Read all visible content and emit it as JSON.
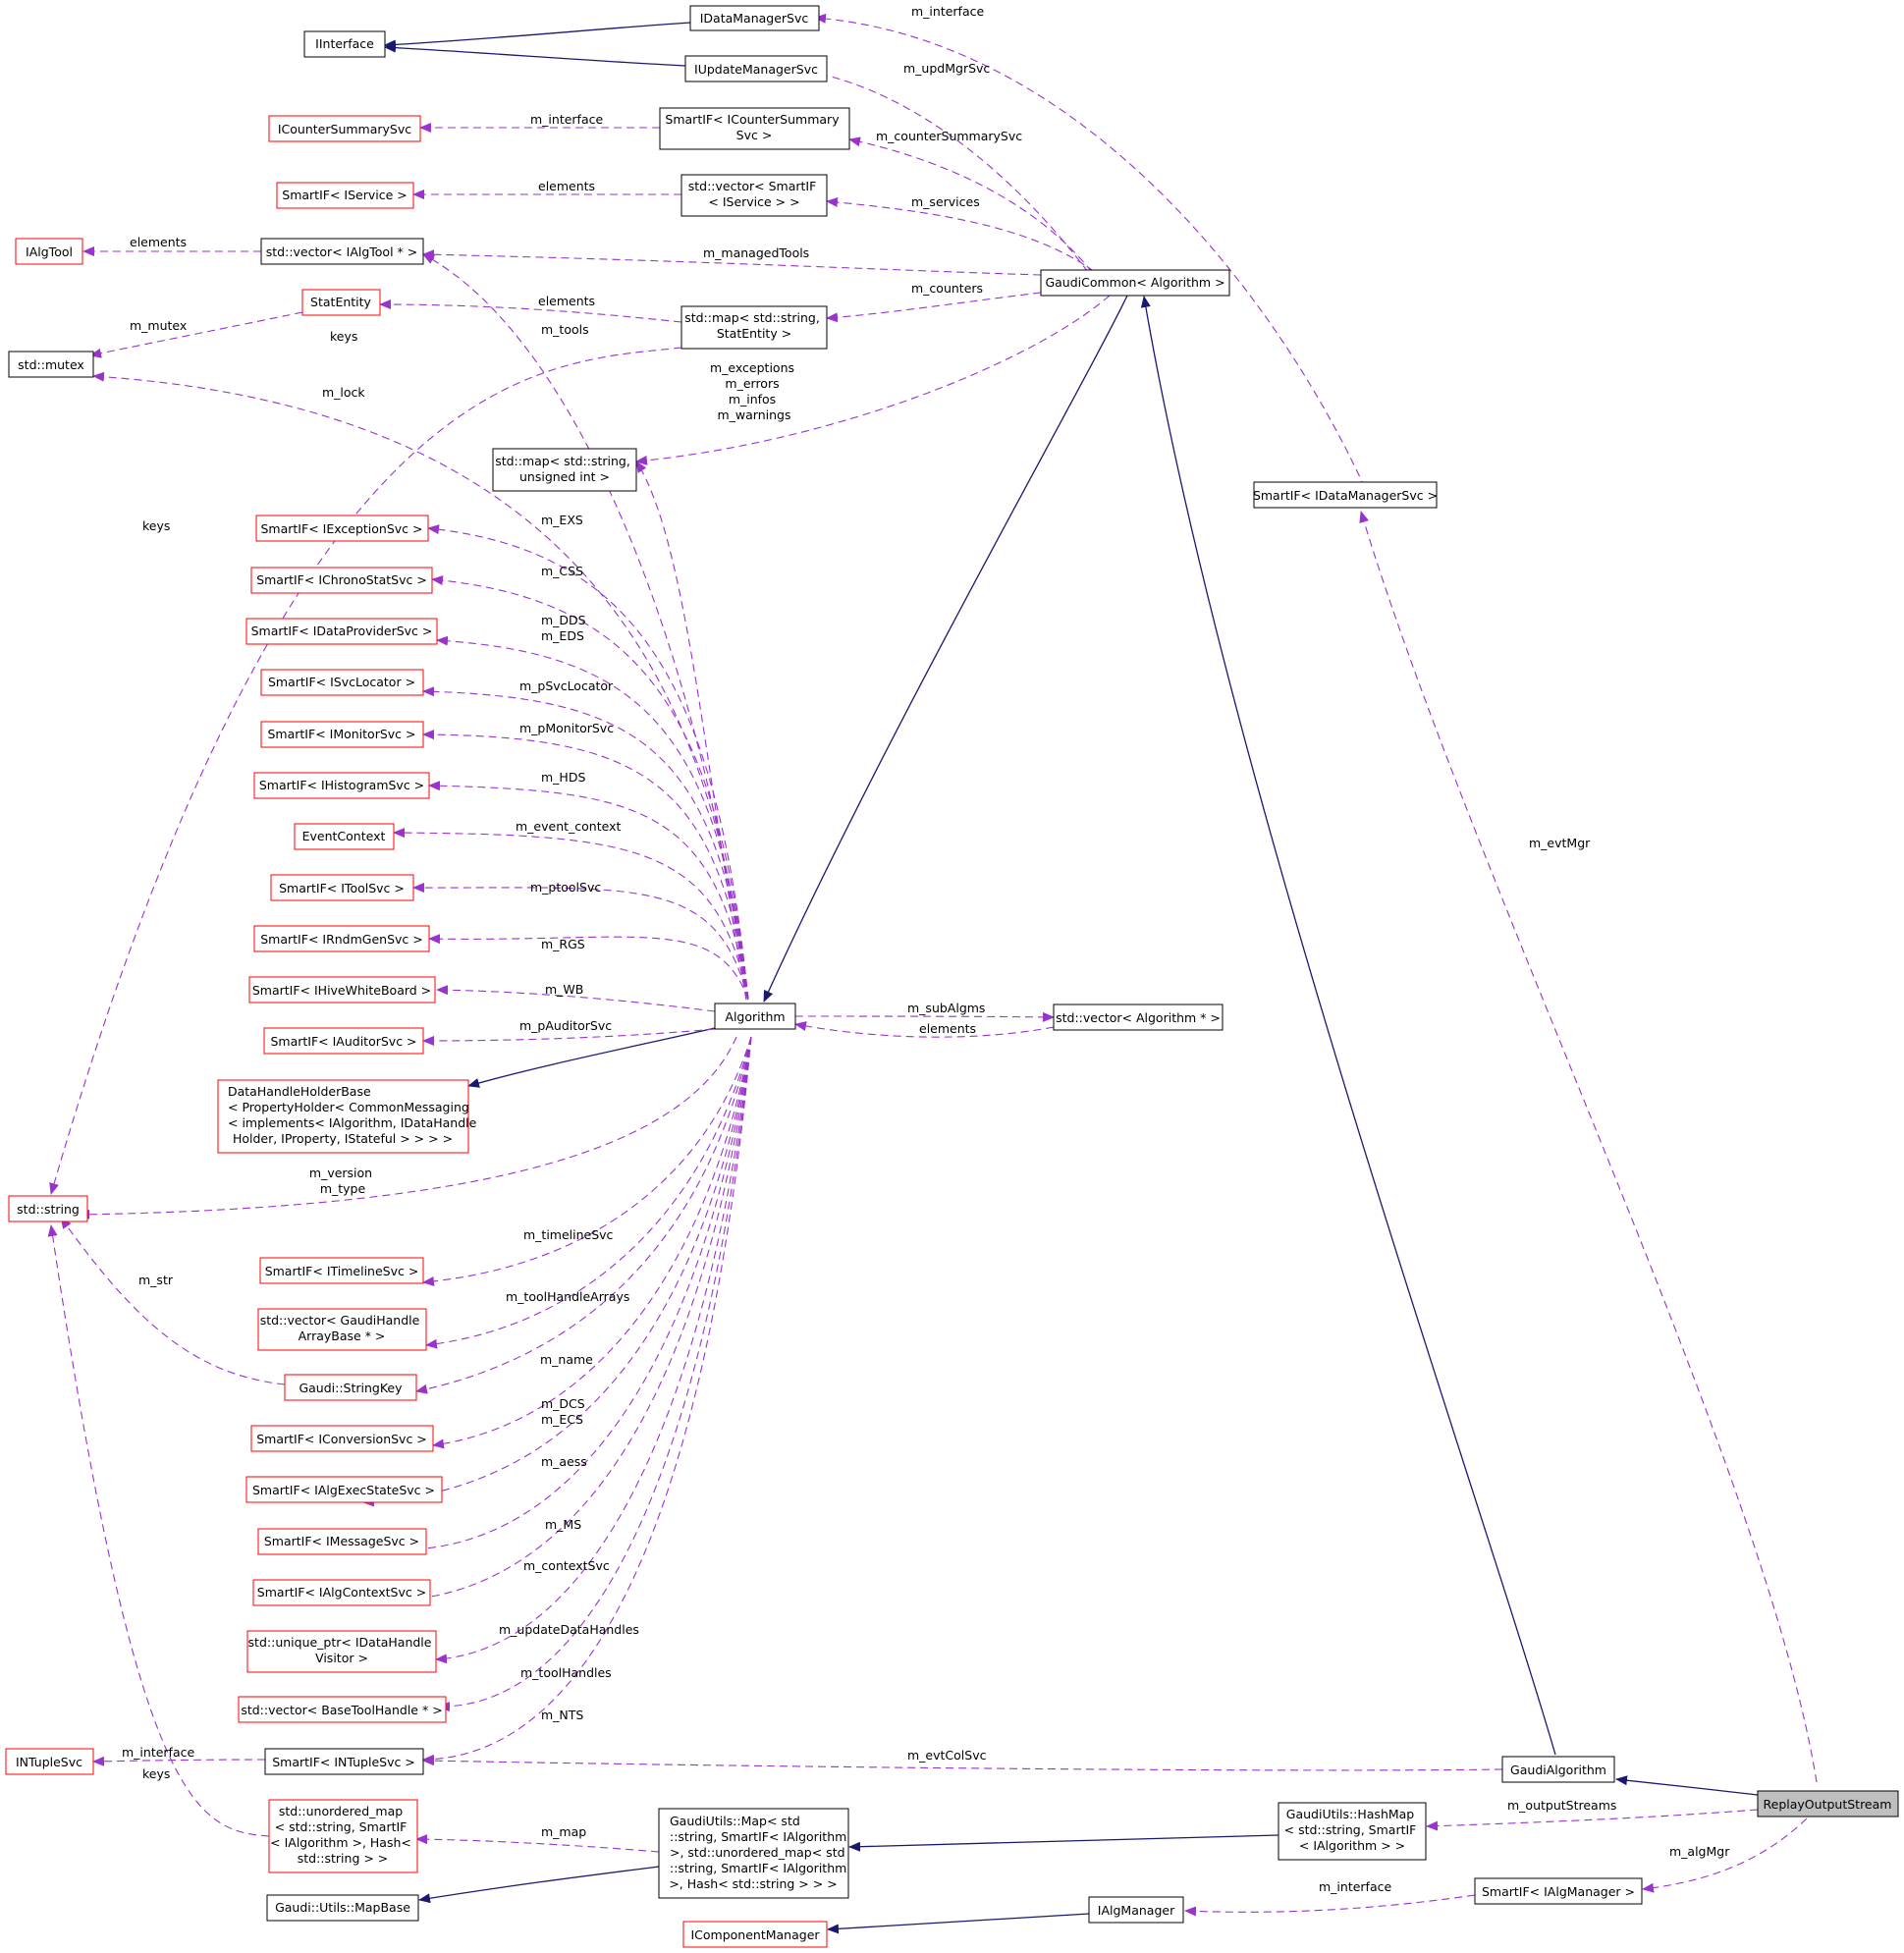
{
  "nodes": {
    "IDataManagerSvc": "IDataManagerSvc",
    "IInterface": "IInterface",
    "IUpdateManagerSvc": "IUpdateManagerSvc",
    "ICounterSummarySvc": "ICounterSummarySvc",
    "SmartIF_ICounterSummarySvc": [
      "SmartIF< ICounterSummary",
      "Svc >"
    ],
    "SmartIF_IService": "SmartIF< IService >",
    "vector_SmartIF_IService": [
      "std::vector< SmartIF",
      "< IService > >"
    ],
    "IAlgTool": "IAlgTool",
    "vector_IAlgTool": "std::vector< IAlgTool * >",
    "GaudiCommon_Algorithm": "GaudiCommon< Algorithm >",
    "StatEntity": "StatEntity",
    "map_string_StatEntity": [
      "std::map< std::string,",
      "StatEntity >"
    ],
    "std_mutex": "std::mutex",
    "map_string_uint": [
      "std::map< std::string,",
      "unsigned int >"
    ],
    "SmartIF_IDataManagerSvc": "SmartIF< IDataManagerSvc >",
    "SmartIF_IExceptionSvc": "SmartIF< IExceptionSvc >",
    "SmartIF_IChronoStatSvc": "SmartIF< IChronoStatSvc >",
    "SmartIF_IDataProviderSvc": "SmartIF< IDataProviderSvc >",
    "SmartIF_ISvcLocator": "SmartIF< ISvcLocator >",
    "SmartIF_IMonitorSvc": "SmartIF< IMonitorSvc >",
    "SmartIF_IHistogramSvc": "SmartIF< IHistogramSvc >",
    "EventContext": "EventContext",
    "SmartIF_IToolSvc": "SmartIF< IToolSvc >",
    "SmartIF_IRndmGenSvc": "SmartIF< IRndmGenSvc >",
    "SmartIF_IHiveWhiteBoard": "SmartIF< IHiveWhiteBoard >",
    "Algorithm": "Algorithm",
    "vector_Algorithm": "std::vector< Algorithm * >",
    "SmartIF_IAuditorSvc": "SmartIF< IAuditorSvc >",
    "DataHandleHolderBase": [
      "DataHandleHolderBase",
      "< PropertyHolder< CommonMessaging",
      "< implements< IAlgorithm, IDataHandle",
      "Holder, IProperty, IStateful > > > >"
    ],
    "std_string": "std::string",
    "SmartIF_ITimelineSvc": "SmartIF< ITimelineSvc >",
    "vector_GaudiHandleArrayBase": [
      "std::vector< GaudiHandle",
      "ArrayBase * >"
    ],
    "Gaudi_StringKey": "Gaudi::StringKey",
    "SmartIF_IConversionSvc": "SmartIF< IConversionSvc >",
    "SmartIF_IAlgExecStateSvc": "SmartIF< IAlgExecStateSvc >",
    "SmartIF_IMessageSvc": "SmartIF< IMessageSvc >",
    "SmartIF_IAlgContextSvc": "SmartIF< IAlgContextSvc >",
    "unique_ptr_IDataHandleVisitor": [
      "std::unique_ptr< IDataHandle",
      "Visitor >"
    ],
    "vector_BaseToolHandle": "std::vector< BaseToolHandle * >",
    "INTupleSvc": "INTupleSvc",
    "SmartIF_INTupleSvc": "SmartIF< INTupleSvc >",
    "GaudiAlgorithm": "GaudiAlgorithm",
    "ReplayOutputStream": "ReplayOutputStream",
    "unordered_map": [
      "std::unordered_map",
      "< std::string, SmartIF",
      "< IAlgorithm >, Hash<",
      "std::string > >"
    ],
    "GaudiUtils_Map": [
      "GaudiUtils::Map< std",
      "::string, SmartIF< IAlgorithm",
      ">, std::unordered_map< std",
      "::string, SmartIF< IAlgorithm",
      ">, Hash< std::string > > >"
    ],
    "GaudiUtils_HashMap": [
      "GaudiUtils::HashMap",
      "< std::string, SmartIF",
      "< IAlgorithm > >"
    ],
    "Gaudi_Utils_MapBase": "Gaudi::Utils::MapBase",
    "IAlgManager": "IAlgManager",
    "SmartIF_IAlgManager": "SmartIF< IAlgManager >",
    "IComponentManager": "IComponentManager"
  },
  "edge_labels": {
    "m_interface_top": "m_interface",
    "m_updMgrSvc": "m_updMgrSvc",
    "m_interface_counter": "m_interface",
    "m_counterSummarySvc": "m_counterSummarySvc",
    "elements_service": "elements",
    "m_services": "m_services",
    "elements_algtool": "elements",
    "m_managedTools": "m_managedTools",
    "m_counters": "m_counters",
    "elements_statentity": "elements",
    "m_mutex": "m_mutex",
    "keys_top": "keys",
    "m_tools": "m_tools",
    "m_exceptions": [
      "m_exceptions",
      "m_errors",
      "m_infos",
      "m_warnings"
    ],
    "m_lock": "m_lock",
    "keys_left": "keys",
    "m_EXS": "m_EXS",
    "m_CSS": "m_CSS",
    "m_DDS": [
      "m_DDS",
      "m_EDS"
    ],
    "m_pSvcLocator": "m_pSvcLocator",
    "m_pMonitorSvc": "m_pMonitorSvc",
    "m_HDS": "m_HDS",
    "m_event_context": "m_event_context",
    "m_ptoolSvc": "m_ptoolSvc",
    "m_RGS": "m_RGS",
    "m_WB": "m_WB",
    "m_pAuditorSvc": "m_pAuditorSvc",
    "m_subAlgms": "m_subAlgms",
    "elements_alg": "elements",
    "m_version": [
      "m_version",
      "m_type"
    ],
    "m_timelineSvc": "m_timelineSvc",
    "m_str": "m_str",
    "m_toolHandleArrays": "m_toolHandleArrays",
    "m_name": "m_name",
    "m_DCS": [
      "m_DCS",
      "m_ECS"
    ],
    "m_aess": "m_aess",
    "m_MS": "m_MS",
    "m_contextSvc": "m_contextSvc",
    "m_updateDataHandles": "m_updateDataHandles",
    "m_toolHandles": "m_toolHandles",
    "m_NTS": "m_NTS",
    "m_interface_ntuple": "m_interface",
    "keys_bottom": "keys",
    "m_evtColSvc": "m_evtColSvc",
    "m_outputStreams": "m_outputStreams",
    "m_map": "m_map",
    "m_algMgr": "m_algMgr",
    "m_interface_algmgr": "m_interface",
    "m_evtMgr": "m_evtMgr"
  },
  "colors": {
    "inheritance_edge": "#191970",
    "usage_edge": "#9a32cd",
    "documented_node_border": "#000000",
    "undocumented_node_border": "#ff0000",
    "focus_node_fill": "#bfbfbf"
  }
}
